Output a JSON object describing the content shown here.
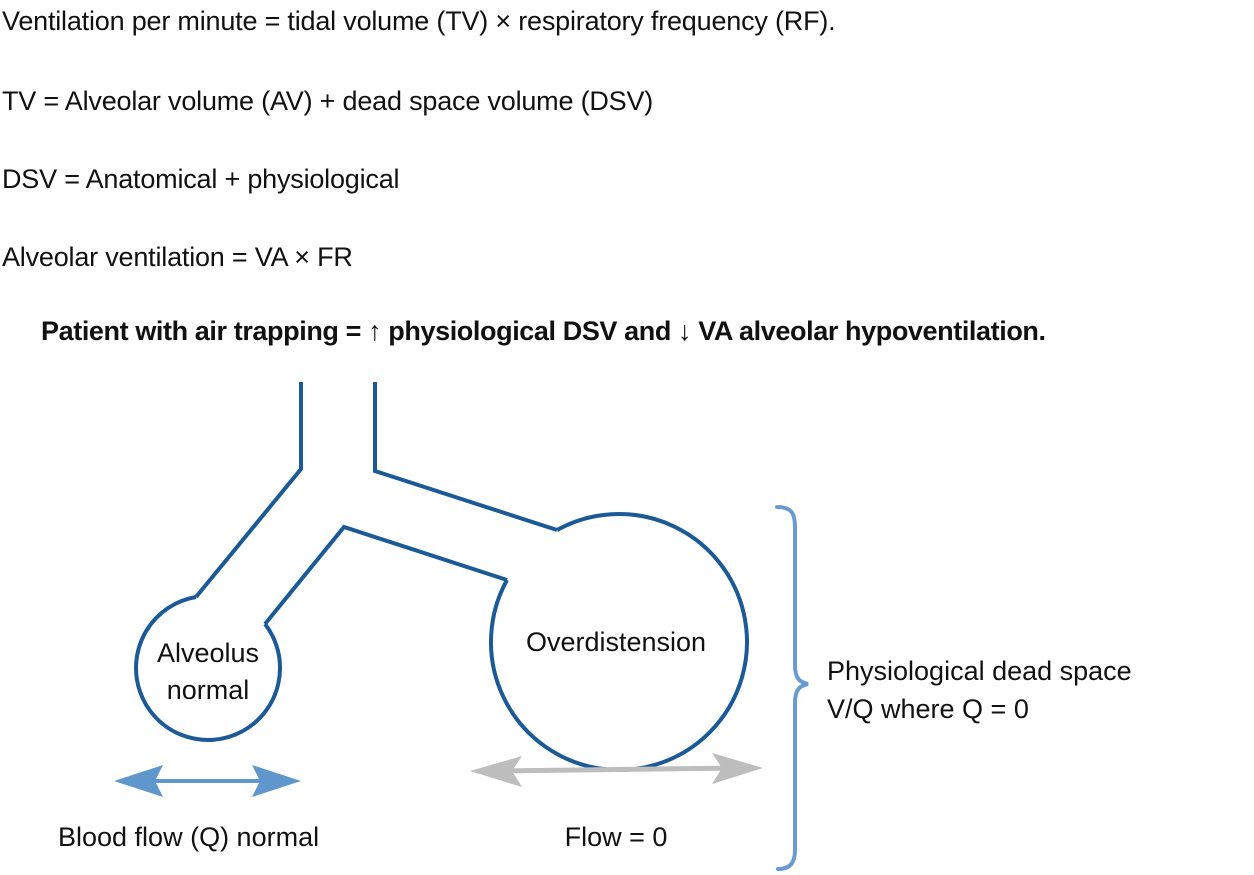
{
  "equations": [
    "Ventilation per minute = tidal volume (TV) × respiratory frequency (RF).",
    "TV = Alveolar volume (AV) + dead space volume (DSV)",
    "DSV = Anatomical + physiological",
    "Alveolar ventilation = VA × FR"
  ],
  "summary": "Patient with air trapping = ↑ physiological DSV and ↓ VA alveolar hypoventilation.",
  "diagram": {
    "alveolus_normal_label": [
      "Alveolus",
      "normal"
    ],
    "overdistension_label": "Overdistension",
    "blood_flow_label": "Blood flow (Q) normal",
    "flow_zero_label": "Flow = 0",
    "dead_space_label": [
      "Physiological dead space",
      "V/Q where Q = 0"
    ]
  },
  "colors": {
    "airway": "#1b5a96",
    "normal_flow_arrow": "#5f97cc",
    "zero_flow_arrow": "#bdbdbd",
    "brace": "#6a9bd0",
    "text": "#111111"
  }
}
